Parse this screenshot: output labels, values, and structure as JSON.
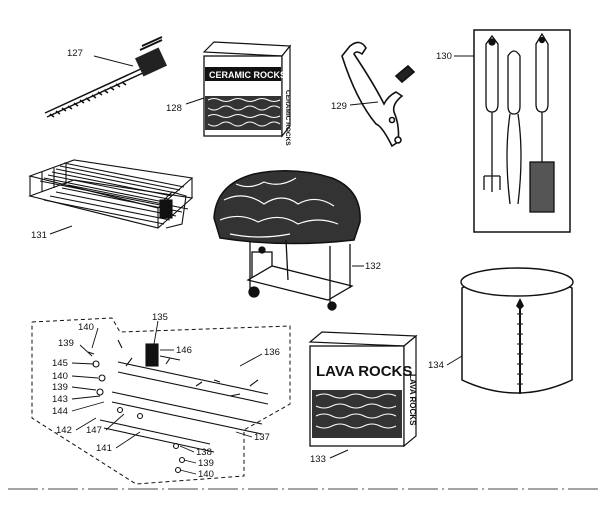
{
  "callouts": {
    "c127": "127",
    "c128": "128",
    "c129": "129",
    "c130": "130",
    "c131": "131",
    "c132": "132",
    "c133": "133",
    "c134": "134",
    "c135": "135",
    "c136": "136",
    "c137": "137",
    "c138": "138",
    "c139a": "139",
    "c139b": "139",
    "c139c": "139",
    "c140a": "140",
    "c140b": "140",
    "c140c": "140",
    "c141": "141",
    "c142": "142",
    "c143": "143",
    "c144": "144",
    "c145": "145",
    "c146": "146",
    "c147": "147"
  },
  "packaging": {
    "ceramic_rocks_front": "CERAMIC ROCKS",
    "ceramic_rocks_side": "CERAMIC ROCKS",
    "lava_rocks_front": "LAVA ROCKS",
    "lava_rocks_side": "LAVA ROCKS"
  }
}
